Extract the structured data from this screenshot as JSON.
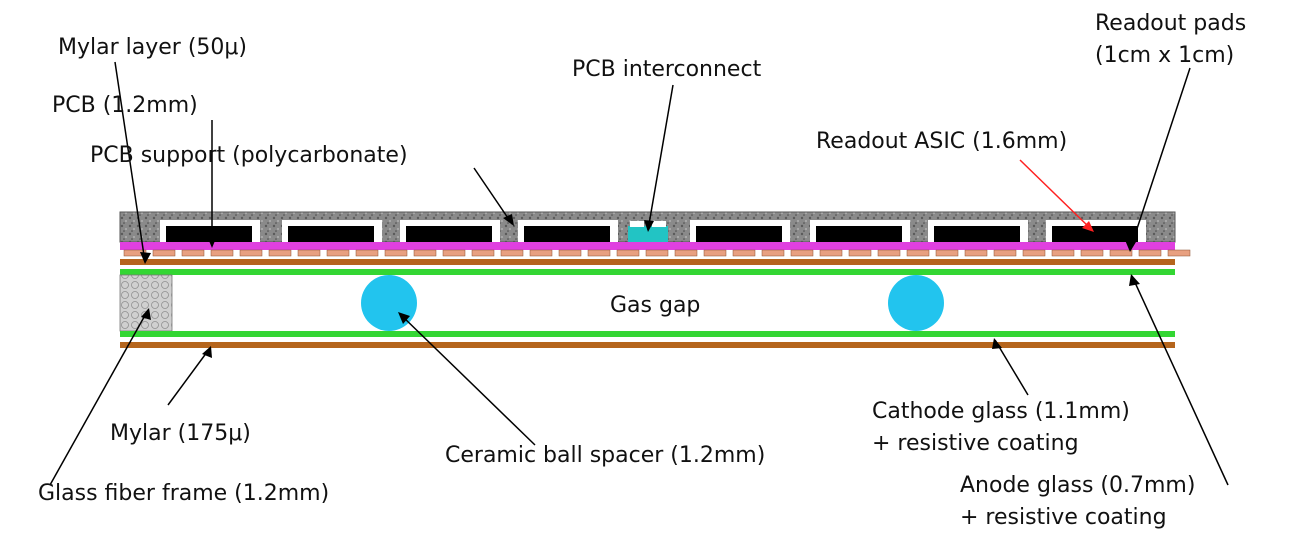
{
  "labels": {
    "readout_pads_1": "Readout pads",
    "readout_pads_2": "(1cm x 1cm)",
    "mylar_layer": "Mylar layer (50μ)",
    "pcb_interconnect": "PCB interconnect",
    "pcb": "PCB (1.2mm)",
    "readout_asic": "Readout ASIC (1.6mm)",
    "pcb_support": "PCB support (polycarbonate)",
    "gas_gap": "Gas gap",
    "cathode_1": "Cathode glass (1.1mm)",
    "cathode_2": "+ resistive coating",
    "mylar_175": "Mylar (175μ)",
    "ceramic": "Ceramic ball spacer (1.2mm)",
    "glass_fiber": "Glass fiber frame (1.2mm)",
    "anode_1": "Anode glass (0.7mm)",
    "anode_2": "+ resistive coating"
  },
  "colors": {
    "support": "#7d7d7d",
    "asic": "#000000",
    "pcb": "#e040e0",
    "pad": "#e8a080",
    "mylar": "#b5651d",
    "glass": "#33d633",
    "ball": "#22c4ee",
    "interconnect": "#22c4c4",
    "frame": "#c8c8c8",
    "leader": "#000000",
    "asic_leader": "#ff2020"
  }
}
